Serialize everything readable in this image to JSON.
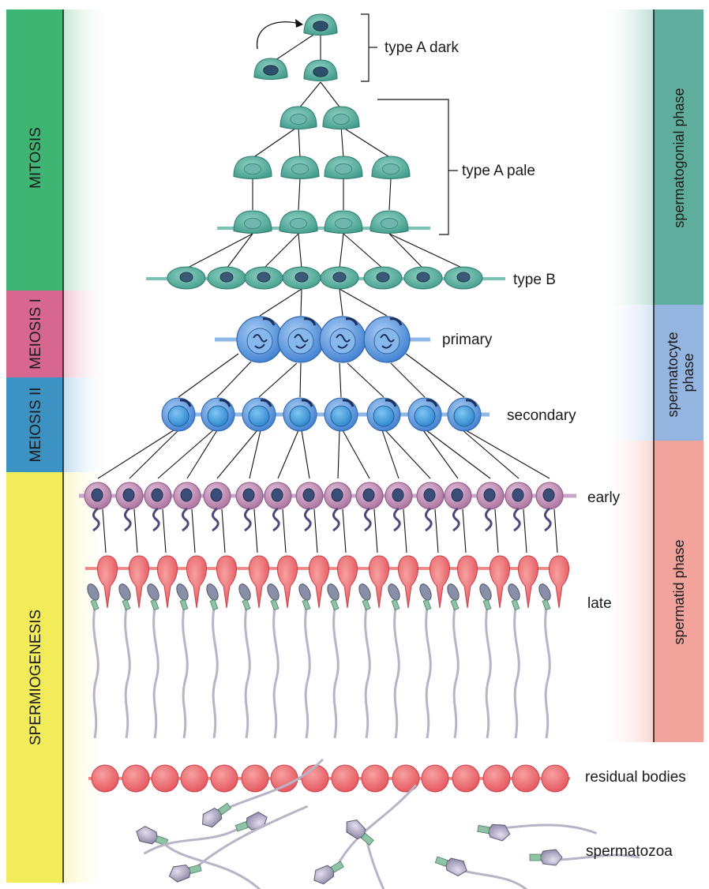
{
  "left_stages": [
    {
      "key": "mitosis",
      "label": "MITOSIS",
      "color": "#3fb574"
    },
    {
      "key": "meiosis1",
      "label": "MEIOSIS I",
      "color": "#d8678f"
    },
    {
      "key": "meiosis2",
      "label": "MEIOSIS II",
      "color": "#3d92c4"
    },
    {
      "key": "spermiogenesis",
      "label": "SPERMIOGENESIS",
      "color": "#f3ec5a"
    }
  ],
  "right_phases": [
    {
      "key": "spermatogonial",
      "label": "spermatogonial phase",
      "color": "#5fae9d"
    },
    {
      "key": "spermatocyte",
      "label_lines": [
        "spermatocyte",
        "phase"
      ],
      "color": "#93b5e0"
    },
    {
      "key": "spermatid",
      "label": "spermatid phase",
      "color": "#f2a39b"
    }
  ],
  "cell_labels": {
    "type_a_dark": "type A dark",
    "type_a_pale": "type A pale",
    "type_b": "type B",
    "primary": "primary",
    "secondary": "secondary",
    "early": "early",
    "late": "late",
    "residual_bodies": "residual bodies",
    "spermatozoa": "spermatozoa"
  },
  "colors": {
    "spermatogonia": "#4fae9e",
    "spermatocyte": "#5b9fe0",
    "early_spermatid": "#c98fb8",
    "late_spermatid": "#ef6b6e",
    "residual_body": "#ef6b6e",
    "sperm_head": "#b7adc8",
    "tail": "#b9b3c7"
  }
}
